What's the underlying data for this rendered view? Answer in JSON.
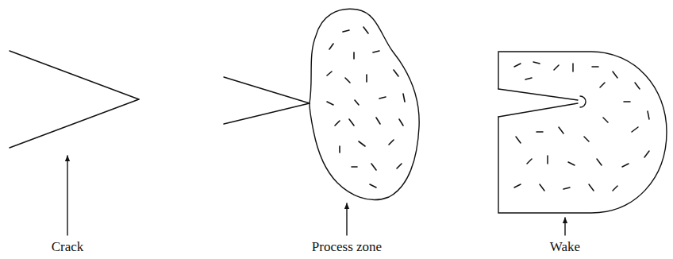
{
  "diagram": {
    "labels": [
      "Crack",
      "Process zone",
      "Wake"
    ]
  }
}
